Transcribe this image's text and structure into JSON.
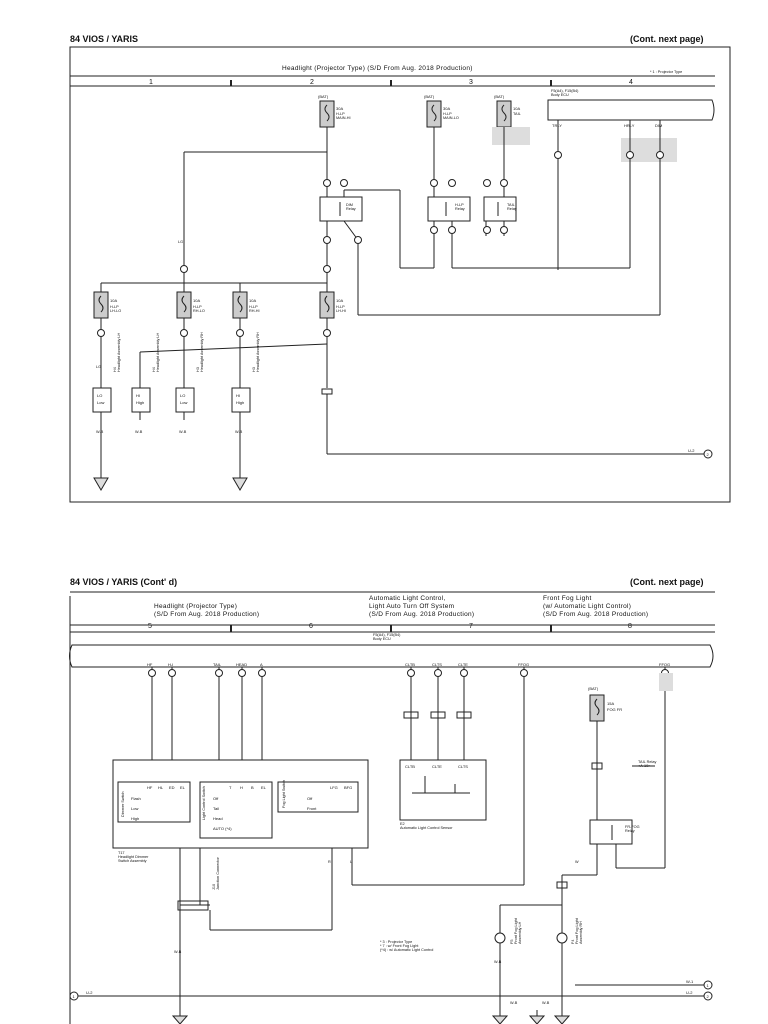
{
  "page1": {
    "header_left": "84  VIOS / YARIS",
    "header_right": "(Cont.  next page)",
    "title": "Headlight (Projector Type) (S/D From Aug. 2018 Production)",
    "legend_note": "* 1 : Projector Type",
    "column_numbers": [
      "1",
      "2",
      "3",
      "4"
    ],
    "ecu_label": "F5(A4), F15(B4)\nBody ECU",
    "ecu_pins": [
      "TRLY",
      "HRLY",
      "DIM"
    ],
    "fuses_top": [
      {
        "supply": "(BAT)",
        "rating": "30A",
        "name": "H-LP\nMAIN-HI"
      },
      {
        "supply": "(BAT)",
        "rating": "30A",
        "name": "H-LP\nMAIN-LO"
      },
      {
        "supply": "(BAT)",
        "rating": "10A",
        "name": "TAIL"
      }
    ],
    "relays": [
      "DIM\nRelay",
      "H-LP\nRelay",
      "TAIL\nRelay"
    ],
    "fuses_mid": [
      {
        "rating": "10A",
        "name": "H-LP\nLH-LO"
      },
      {
        "rating": "10A",
        "name": "H-LP\nRH-LO"
      },
      {
        "rating": "10A",
        "name": "H-LP\nRH-HI"
      },
      {
        "rating": "10A",
        "name": "H-LP\nLH-HI"
      }
    ],
    "lamps": [
      {
        "code": "LO",
        "sub": "Low",
        "name": "H4\nHeadlight Assembly LH"
      },
      {
        "code": "HI",
        "sub": "High",
        "name": "H4\nHeadlight Assembly LH"
      },
      {
        "code": "LO",
        "sub": "Low",
        "name": "H3\nHeadlight Assembly RH"
      },
      {
        "code": "HI",
        "sub": "High",
        "name": "H3\nHeadlight Assembly RH"
      }
    ],
    "wire_labels": [
      "LG",
      "W-B",
      "W-B",
      "W-B",
      "W-B",
      "LG"
    ],
    "connector_ref": "U-2",
    "ref_marker": "2"
  },
  "page2": {
    "header_left": "84  VIOS / YARIS (Cont' d)",
    "header_right": "(Cont.  next page)",
    "section_titles": [
      "Headlight (Projector Type)\n(S/D From Aug. 2018 Production)",
      "Automatic Light Control,\nLight Auto Turn Off System\n(S/D From Aug. 2018 Production)",
      "Front Fog Light\n(w/ Automatic Light Control)\n(S/D From Aug. 2018 Production)"
    ],
    "column_numbers": [
      "5",
      "6",
      "7",
      "8"
    ],
    "ecu_label": "F5(A4), F15(B4)\nBody ECU",
    "ecu_pins": [
      "HF",
      "H-I",
      "TAIL",
      "HEAD",
      "A",
      "CLTB",
      "CLTS",
      "CLTE",
      "FFOG",
      "FFOG"
    ],
    "switch_main": {
      "name": "T17\nHeadlight Dimmer\nSwitch Assembly",
      "dimmer": {
        "title": "Dimmer Switch",
        "cols": [
          "HF",
          "HL",
          "ED",
          "EL"
        ],
        "rows": [
          "Flash",
          "Low",
          "High"
        ]
      },
      "light": {
        "title": "Light Control Switch",
        "cols": [
          "T",
          "H",
          "B",
          "EL"
        ],
        "rows": [
          "Off",
          "Tail",
          "Head",
          "AUTO\n(*4)"
        ]
      },
      "fog": {
        "title": "Fog Light Switch",
        "cols": [
          "LFG",
          "BFG"
        ],
        "rows": [
          "Off",
          "Front"
        ]
      }
    },
    "sensor": {
      "name": "E2\nAutomatic Light Control Sensor",
      "pins": [
        "CLTB",
        "CLTE",
        "CLTS"
      ]
    },
    "fog_fuse": {
      "supply": "(BAT)",
      "rating": "15A",
      "name": "FOG FR"
    },
    "fog_relay": "FR-FOG\nRelay",
    "tail_relay_ref": "TAIL Relay\n<A-10>",
    "fog_lamps": [
      "F5\nFront Fog Light\nAssembly LH",
      "F4\nFront Fog Light\nAssembly RH"
    ],
    "junction": "J10\nJunction Connector",
    "footnotes": "* 3 : Projector Type\n* 7 : w/ Front Fog Light\n(*4) : w/ Automatic Light Control",
    "wire_labels": [
      "W-B",
      "W-B",
      "W-B",
      "W-B",
      "R",
      "W",
      "L"
    ],
    "ref_left": "U-2",
    "ref_left_marker": "1",
    "ref_right": [
      "W-1",
      "U-2"
    ],
    "ref_right_markers": [
      "1",
      "2"
    ]
  }
}
